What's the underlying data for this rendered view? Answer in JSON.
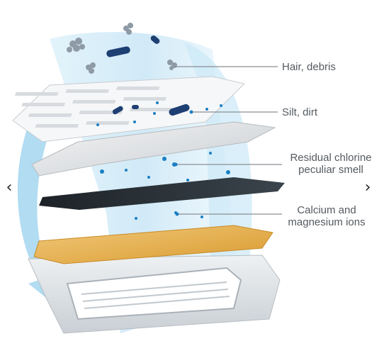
{
  "labels": {
    "hair": "Hair, debris",
    "silt": "Silt, dirt",
    "chlorine_line1": "Residual chlorine",
    "chlorine_line2": "peculiar smell",
    "calcium_line1": "Calcium and",
    "calcium_line2": "magnesium ions"
  },
  "navigation": {
    "prev_icon": "chevron-left-icon",
    "next_icon": "chevron-right-icon",
    "prev_glyph": "‹",
    "next_glyph": "›"
  },
  "colors": {
    "water_flow": "#bfe3f5",
    "particle_dot": "#1b7fc4",
    "bacteria": "#1e3f73",
    "cotton_layer": "#e6e8ea",
    "carbon_layer": "#2a3138",
    "resin_layer": "#e7b04a",
    "leader_line": "#8a8f95"
  }
}
